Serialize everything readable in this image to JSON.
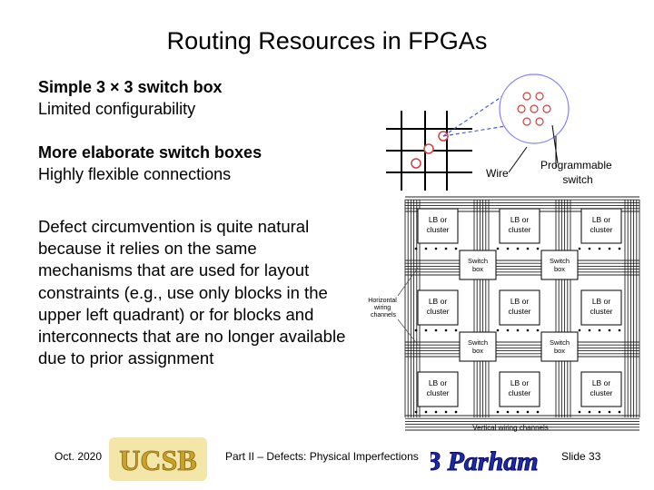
{
  "slide": {
    "title": "Routing Resources in FPGAs",
    "line1_bold": "Simple 3 × 3 switch box",
    "line1_plain": "Limited configurability",
    "line2_bold": "More elaborate switch boxes",
    "line2_plain": "Highly flexible connections",
    "paragraph": "Defect circumvention is quite natural because it relies on the same mechanisms that are used for layout constraints (e.g., use only blocks in the upper left quadrant) or for blocks and interconnects that are no longer available due to prior assignment"
  },
  "diagram": {
    "wire_label": "Wire",
    "prog_switch_label": [
      "Programmable",
      "switch"
    ],
    "lb_label": [
      "LB or",
      "cluster"
    ],
    "switch_box_label": [
      "Switch",
      "box"
    ],
    "horizontal_label": [
      "Horizontal",
      "wiring",
      "channels"
    ],
    "vertical_label": "Vertical wiring channels"
  },
  "footer": {
    "date": "Oct. 2020",
    "logo_text": "UCSB",
    "center": "Part II – Defects: Physical Imperfections",
    "signature": "B Parhami",
    "slide": "Slide 33"
  },
  "colors": {
    "logo_gold": "#c9a227",
    "logo_bg": "#f3e6a8",
    "switch_pink": "#d04040",
    "dash_blue": "#4060d0"
  }
}
